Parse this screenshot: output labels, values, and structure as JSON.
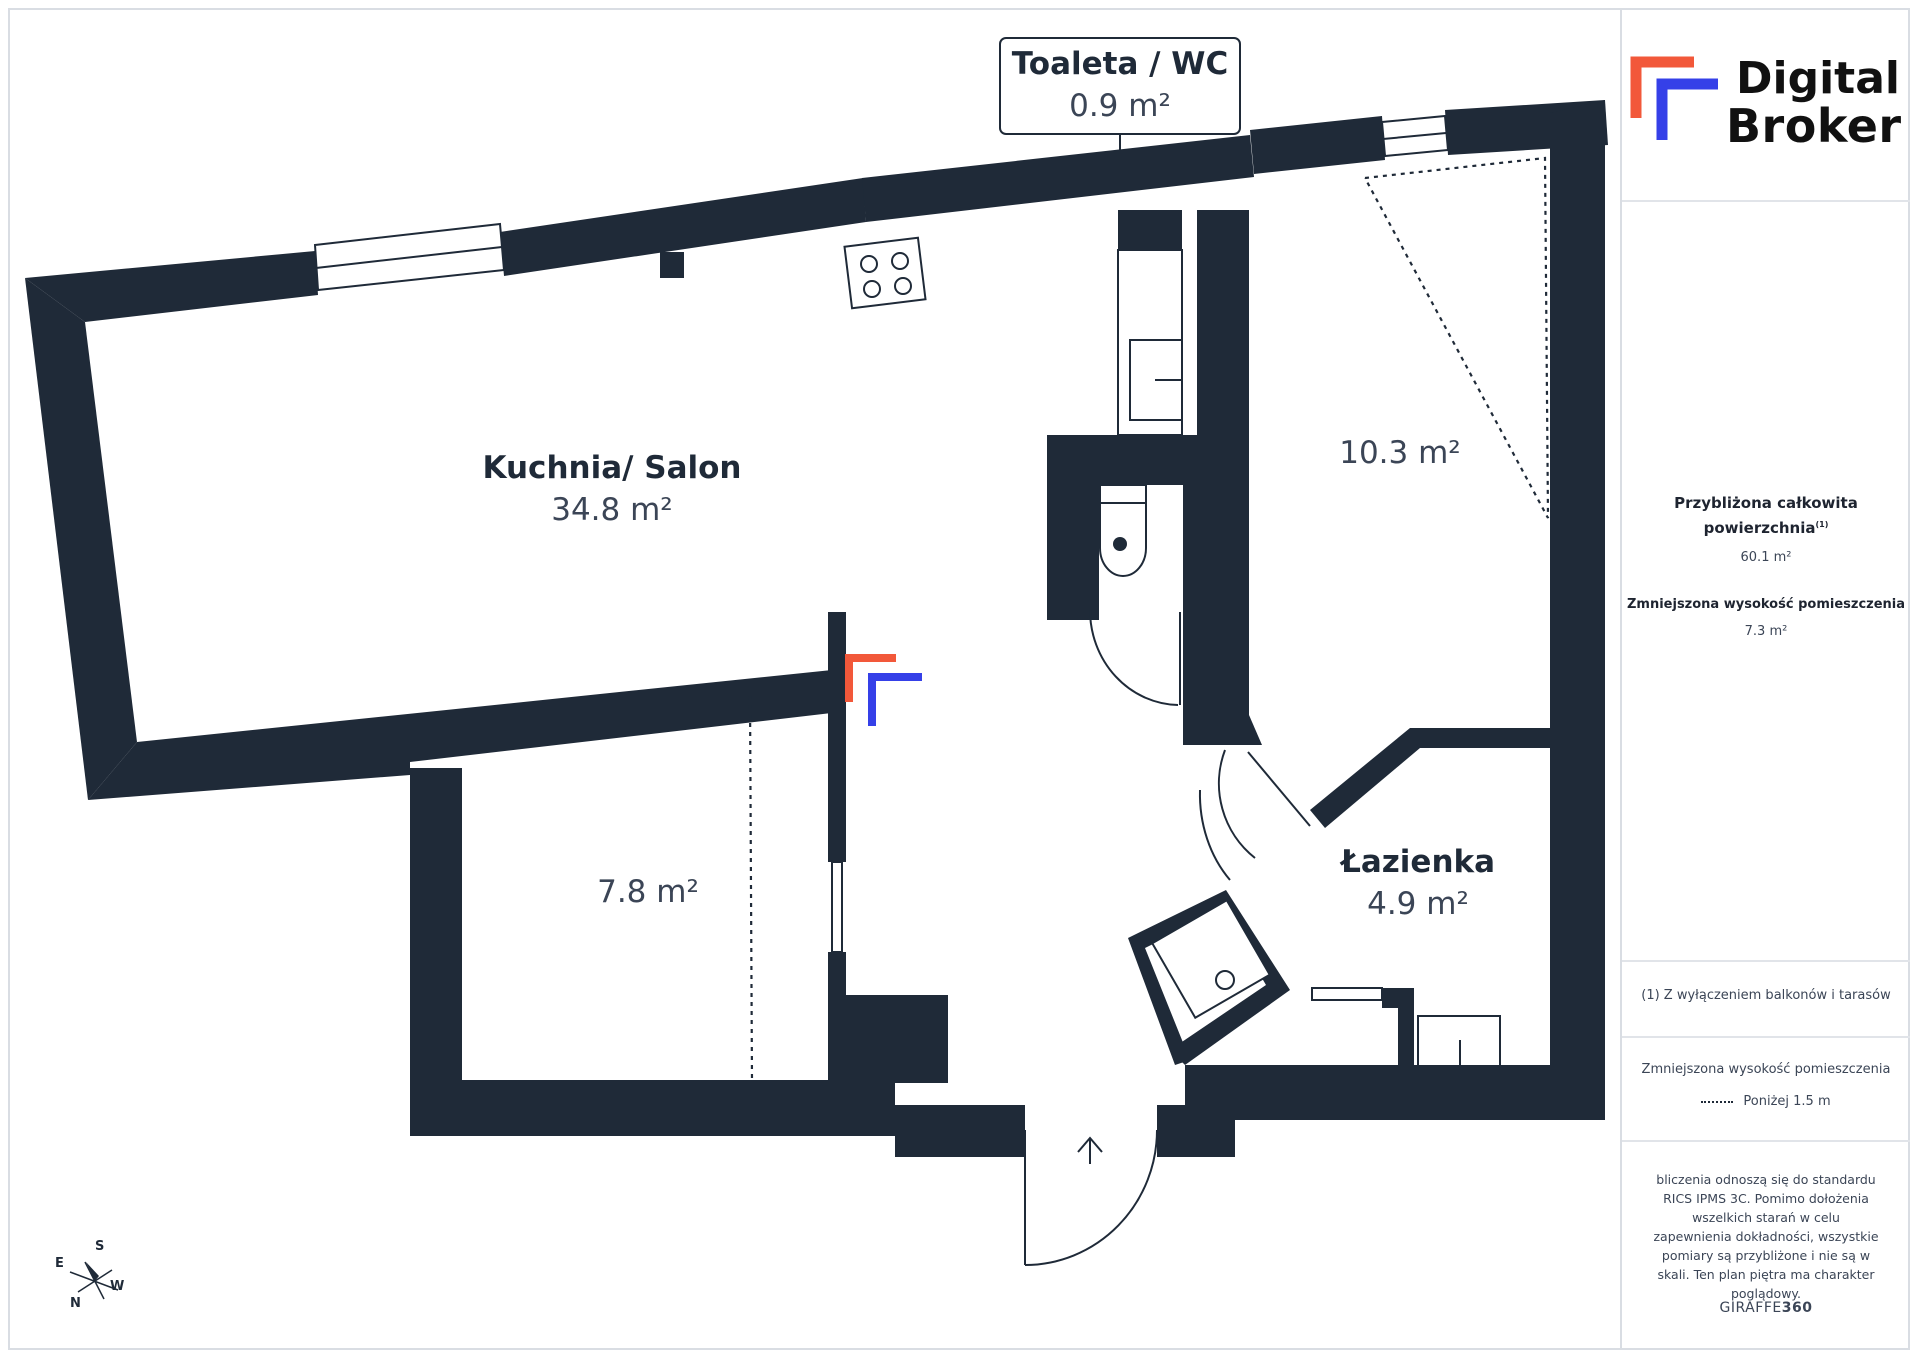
{
  "rooms": {
    "kitchen": {
      "name": "Kuchnia/ Salon",
      "area": "34.8 m²"
    },
    "room_a": {
      "area": "10.3 m²"
    },
    "room_b": {
      "area": "7.8 m²"
    },
    "bathroom": {
      "name": "Łazienka",
      "area": "4.9 m²"
    },
    "wc": {
      "name": "Toaleta / WC",
      "area": "0.9 m²"
    }
  },
  "compass": {
    "e": "E",
    "s": "S",
    "w": "W",
    "n": "N"
  },
  "sidebar": {
    "logo": {
      "line1": "Digital",
      "line2": "Broker"
    },
    "total_label": "Przybliżona całkowita powierzchnia",
    "total_superscript": "(1)",
    "total_value": "60.1 m²",
    "reduced_label": "Zmniejszona wysokość pomieszczenia",
    "reduced_value": "7.3 m²",
    "footnote": "(1) Z wyłączeniem balkonów i tarasów",
    "legend_title": "Zmniejszona wysokość pomieszczenia",
    "legend_item": "Poniżej 1.5 m",
    "disclaimer": "bliczenia odnoszą się do standardu RICS IPMS 3C. Pomimo dołożenia wszelkich starań w celu zapewnienia dokładności, wszystkie pomiary są przybliżone i nie są w skali. Ten plan piętra ma charakter poglądowy.",
    "brand_light": "GIRAFFE",
    "brand_bold": "360"
  },
  "colors": {
    "wall": "#1f2a38",
    "accent_orange": "#f2583a",
    "accent_blue": "#3540e8"
  }
}
